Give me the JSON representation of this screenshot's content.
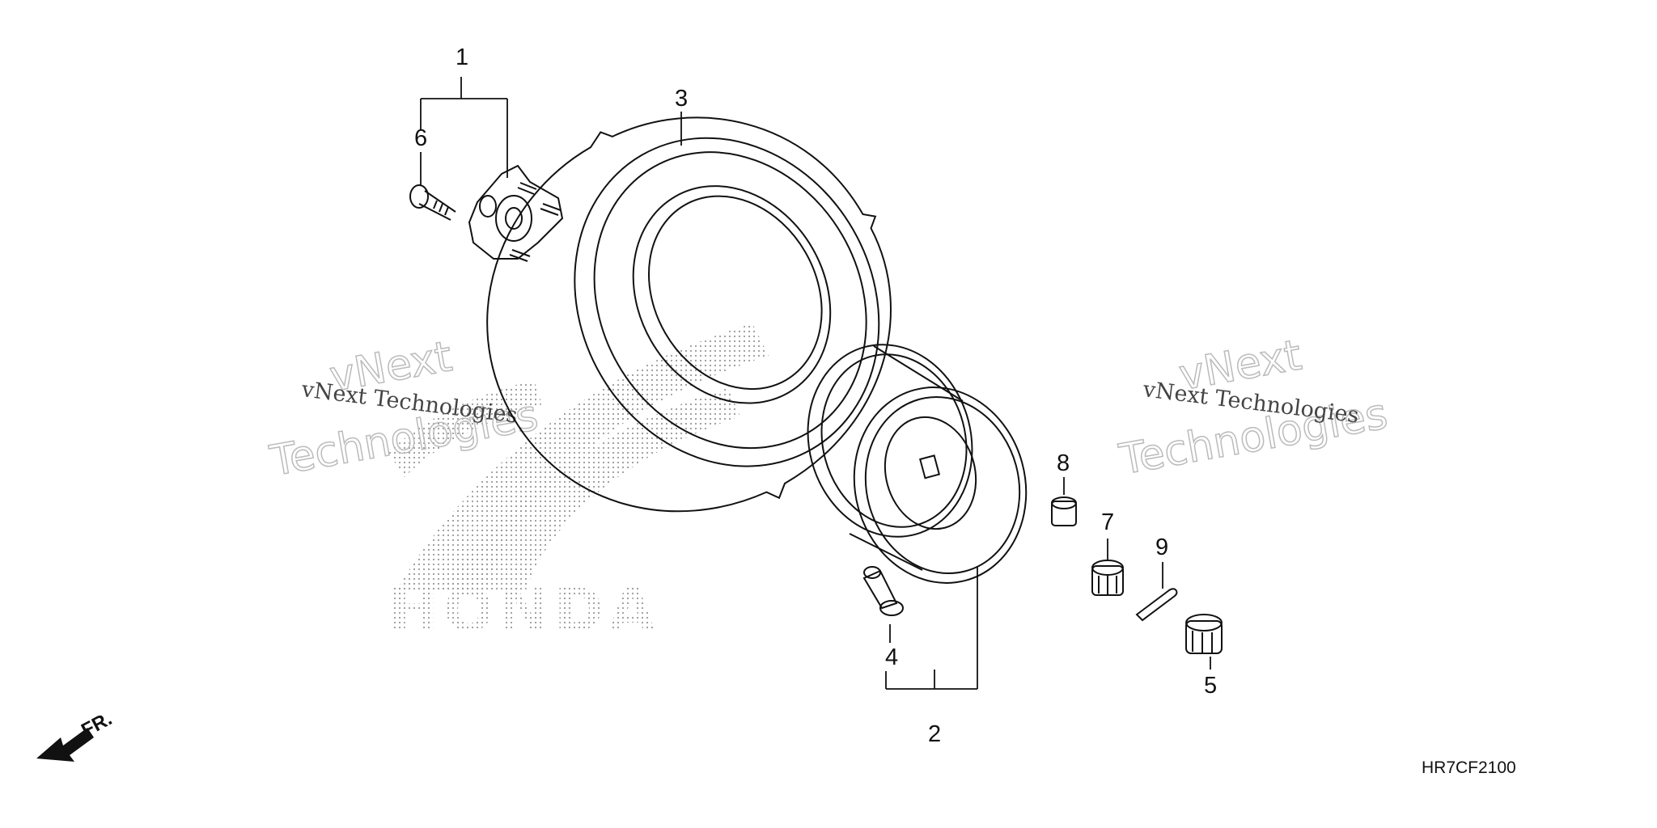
{
  "callouts": [
    {
      "id": "1",
      "label": "1"
    },
    {
      "id": "2",
      "label": "2"
    },
    {
      "id": "3",
      "label": "3"
    },
    {
      "id": "4",
      "label": "4"
    },
    {
      "id": "5",
      "label": "5"
    },
    {
      "id": "6",
      "label": "6"
    },
    {
      "id": "7",
      "label": "7"
    },
    {
      "id": "8",
      "label": "8"
    },
    {
      "id": "9",
      "label": "9"
    }
  ],
  "direction_label": "FR.",
  "diagram_code": "HR7CF2100",
  "watermarks": {
    "small_text": "vNext Technologies",
    "big_line1": "vNext",
    "big_line2": "Technologies"
  },
  "brand": "HONDA",
  "colors": {
    "ink": "#111111",
    "watermark": "#bbbbbb",
    "brand_dots": "#999999"
  }
}
